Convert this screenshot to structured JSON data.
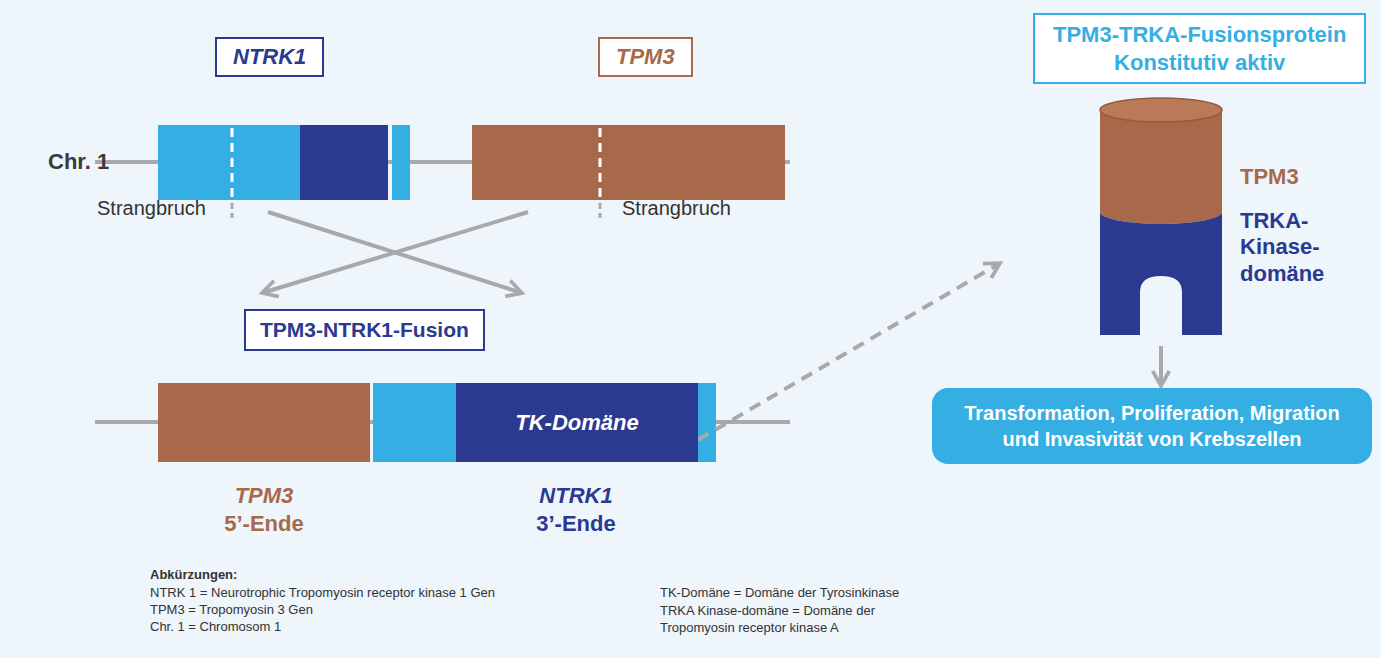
{
  "diagram": {
    "nodes": [
      {
        "text": [
          "NTRK1"
        ]
      },
      {
        "text": [
          "TPM3"
        ]
      },
      {
        "text": [
          "TPM3-NTRK1-Fusion"
        ]
      },
      {
        "text": [
          "TK-Domäne"
        ]
      },
      {
        "text": [
          "TPM3-TRKA-Fusionsprotein",
          "Konstitutiv aktiv"
        ]
      },
      {
        "text": [
          "TPM3",
          "TRKA- Kinase- domäne"
        ]
      },
      {
        "text": [
          "Transformation, Proliferation, Migration und Invasivität von Krebszellen"
        ]
      }
    ],
    "edges": [
      {
        "from": 3,
        "to": 5,
        "arrow": "to"
      },
      {
        "from": 5,
        "to": 6,
        "arrow": "to"
      }
    ],
    "labels": [
      "Chr. 1",
      "Strangbruch",
      "Strangbruch",
      "TPM3",
      "5’-Ende",
      "NTRK1",
      "3’-Ende",
      "Abkürzungen:",
      "NTRK 1 = Neurotrophic Tropomyosin receptor kinase 1 Gen",
      "TPM3 = Tropomyosin 3 Gen",
      "Chr. 1 = Chromosom 1",
      "TK-Domäne = Domäne der Tyrosinkinase",
      "TRKA Kinase-domäne = Domäne der Tropomyosin receptor kinase A"
    ]
  }
}
